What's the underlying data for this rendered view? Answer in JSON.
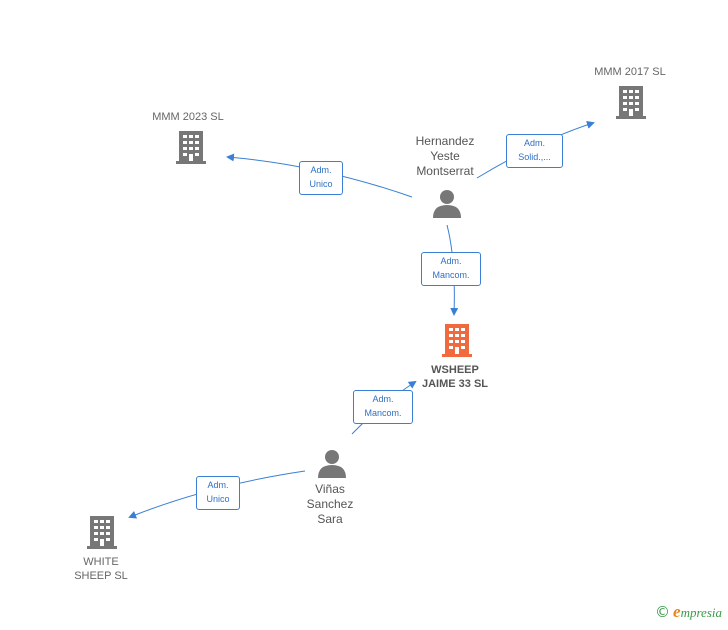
{
  "colors": {
    "edge": "#3a7fd5",
    "company": "#777777",
    "company_main": "#f06a3d",
    "person": "#777777",
    "brand_green": "#3a9a4a",
    "brand_orange": "#e8861e"
  },
  "nodes": {
    "mmm2017": {
      "name_line1": "MMM 2017  SL",
      "icon": "building-icon"
    },
    "mmm2023": {
      "name_line1": "MMM 2023  SL",
      "icon": "building-icon"
    },
    "hernandez": {
      "name_line1": "Hernandez",
      "name_line2": "Yeste",
      "name_line3": "Montserrat",
      "icon": "person-icon"
    },
    "wsheep": {
      "name_line1": "WSHEEP",
      "name_line2": "JAIME 33  SL",
      "icon": "building-icon"
    },
    "vinas": {
      "name_line1": "Viñas",
      "name_line2": "Sanchez",
      "name_line3": "Sara",
      "icon": "person-icon"
    },
    "whitesheep": {
      "name_line1": "WHITE",
      "name_line2": "SHEEP  SL",
      "icon": "building-icon"
    }
  },
  "edges": {
    "hernandez_mmm2023": {
      "line1": "Adm.",
      "line2": "Unico"
    },
    "hernandez_mmm2017": {
      "line1": "Adm.",
      "line2": "Solid.,..."
    },
    "hernandez_wsheep": {
      "line1": "Adm.",
      "line2": "Mancom."
    },
    "vinas_wsheep": {
      "line1": "Adm.",
      "line2": "Mancom."
    },
    "vinas_whitesheep": {
      "line1": "Adm.",
      "line2": "Unico"
    }
  },
  "brand": {
    "copyright": "©",
    "first_letter": "e",
    "rest": "mpresia"
  }
}
